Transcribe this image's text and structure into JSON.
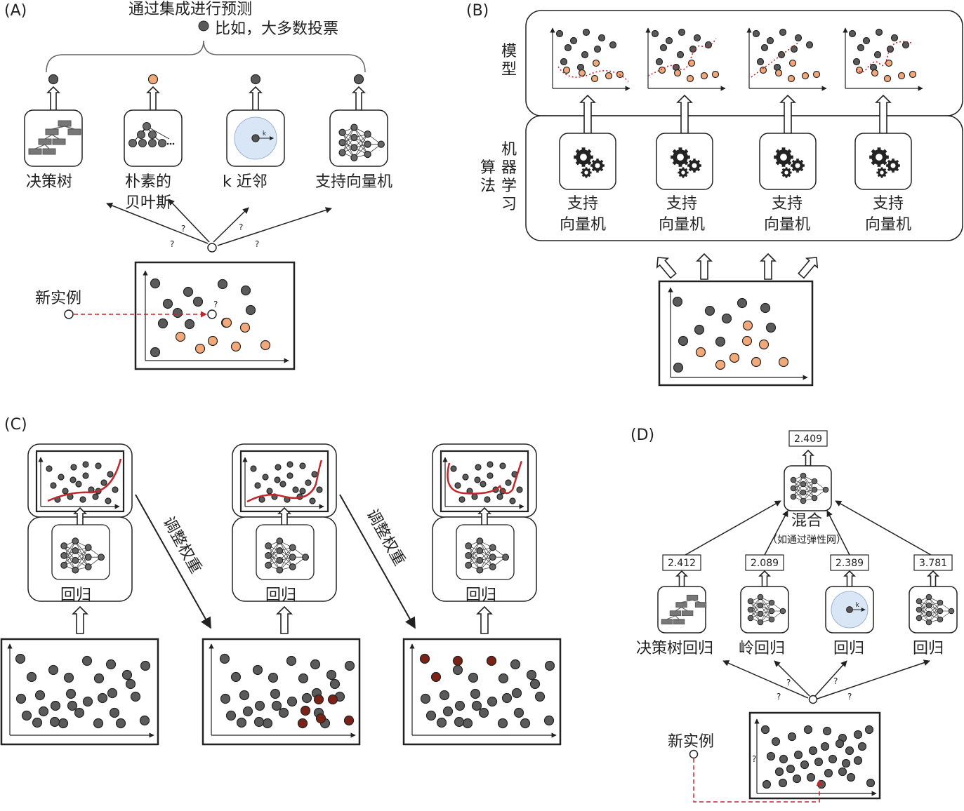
{
  "panels": {
    "a": {
      "tag": "(A)",
      "top_text": "通过集成进行预测",
      "vote_text": "比如，大多数投票",
      "models": [
        "决策树",
        "朴素的",
        "贝叶斯",
        "k 近邻",
        "支持向量机"
      ],
      "question": "?",
      "new_instance": "新实例"
    },
    "b": {
      "tag": "(B)",
      "models_label": [
        "模",
        "型"
      ],
      "algo_label_1": [
        "算",
        "法"
      ],
      "algo_label_2": [
        "机",
        "器",
        "学",
        "习"
      ],
      "svm_lines": [
        "支持",
        "向量机"
      ]
    },
    "c": {
      "tag": "(C)",
      "regression_label": "回归",
      "adjust_label": "调整权重"
    },
    "d": {
      "tag": "(D)",
      "final_value": "2.409",
      "blend_label": "混合",
      "blend_note": "（如通过弹性网）",
      "values": [
        "2.412",
        "2.089",
        "2.389",
        "3.781"
      ],
      "models": [
        "决策树回归",
        "岭回归",
        "回归",
        "回归"
      ],
      "question": "?",
      "new_instance": "新实例"
    }
  },
  "colors": {
    "dark_point": "#5a5a5a",
    "orange_point": "#f2a97a",
    "red_curve": "#c0282b",
    "weighted_point": "#7a2216",
    "knn_circle": "#d9e6f5"
  },
  "icons": [
    "decision-tree-icon",
    "bayes-graph-icon",
    "knn-circle-icon",
    "neural-net-icon",
    "gears-icon",
    "up-arrow-icon"
  ]
}
